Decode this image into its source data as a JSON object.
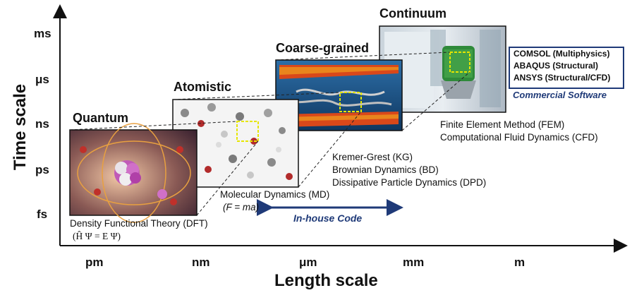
{
  "axes": {
    "y_title": "Time scale",
    "x_title": "Length scale",
    "y_ticks": [
      "ms",
      "μs",
      "ns",
      "ps",
      "fs"
    ],
    "x_ticks": [
      "pm",
      "nm",
      "μm",
      "mm",
      "m"
    ]
  },
  "levels": {
    "quantum": "Quantum",
    "atomistic": "Atomistic",
    "coarse": "Coarse-grained",
    "continuum": "Continuum"
  },
  "methods": {
    "dft": {
      "line1": "Density Functional Theory (DFT)",
      "eq": "(Ĥ Ψ = E Ψ)"
    },
    "md": {
      "line1": "Molecular Dynamics (MD)",
      "eq": "(F = ma)"
    },
    "cg": [
      "Kremer-Grest (KG)",
      "Brownian Dynamics (BD)",
      "Dissipative Particle Dynamics (DPD)"
    ],
    "cont": [
      "Finite Element Method (FEM)",
      "Computational Fluid Dynamics (CFD)"
    ]
  },
  "inhouse_label": "In-house Code",
  "software": {
    "items": [
      "COMSOL (Multiphysics)",
      "ABAQUS (Structural)",
      "ANSYS (Structural/CFD)"
    ],
    "caption": "Commercial Software"
  },
  "colors": {
    "navy": "#1f3a78",
    "highlight": "#e6e600"
  }
}
